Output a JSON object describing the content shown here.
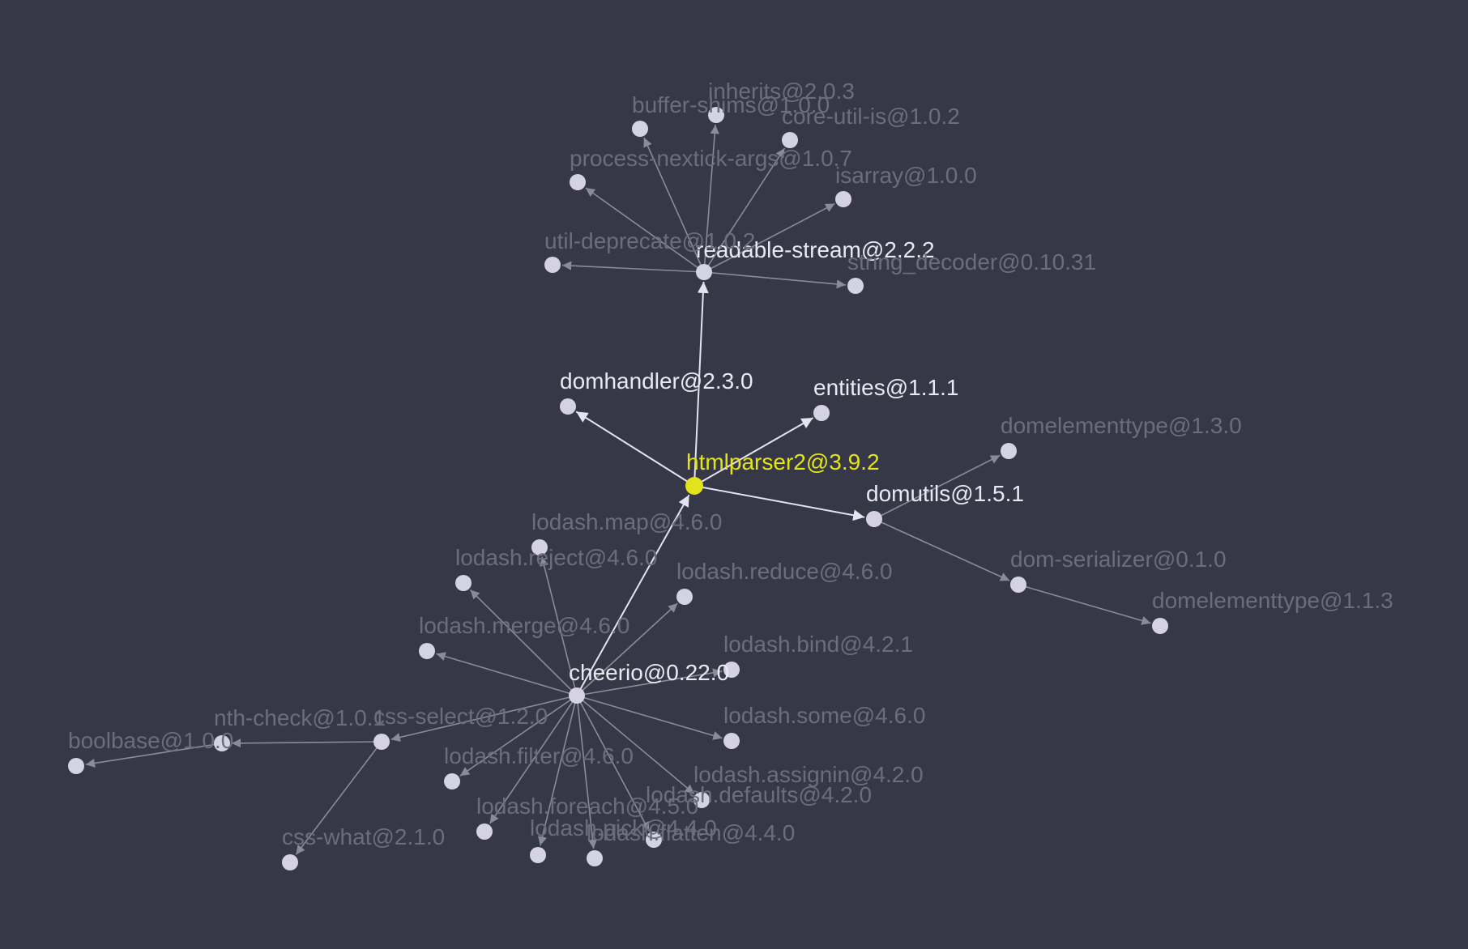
{
  "graph": {
    "colors": {
      "background": "#363848",
      "node": "#d5d3e3",
      "root": "#e3e31b",
      "edge_primary": "#e4e4ee",
      "edge_secondary": "#8a8b98",
      "label_primary": "#e9e9f1",
      "label_dim": "#6c6d7c",
      "label_root": "#e4e41a"
    },
    "nodes": [
      {
        "id": "n-htmlparser2",
        "label": "htmlparser2@3.9.2",
        "role": "root"
      },
      {
        "id": "n-readable-stream",
        "label": "readable-stream@2.2.2",
        "role": "primary"
      },
      {
        "id": "n-domhandler",
        "label": "domhandler@2.3.0",
        "role": "primary"
      },
      {
        "id": "n-entities",
        "label": "entities@1.1.1",
        "role": "primary"
      },
      {
        "id": "n-domutils",
        "label": "domutils@1.5.1",
        "role": "primary"
      },
      {
        "id": "n-cheerio",
        "label": "cheerio@0.22.0",
        "role": "primary"
      },
      {
        "id": "n-inherits",
        "label": "inherits@2.0.3",
        "role": "dim"
      },
      {
        "id": "n-buffer-shims",
        "label": "buffer-shims@1.0.0",
        "role": "dim"
      },
      {
        "id": "n-core-util-is",
        "label": "core-util-is@1.0.2",
        "role": "dim"
      },
      {
        "id": "n-process-nextick-args",
        "label": "process-nextick-args@1.0.7",
        "role": "dim"
      },
      {
        "id": "n-isarray",
        "label": "isarray@1.0.0",
        "role": "dim"
      },
      {
        "id": "n-util-deprecate",
        "label": "util-deprecate@1.0.2",
        "role": "dim"
      },
      {
        "id": "n-string-decoder",
        "label": "string_decoder@0.10.31",
        "role": "dim"
      },
      {
        "id": "n-domelementtype-130",
        "label": "domelementtype@1.3.0",
        "role": "dim"
      },
      {
        "id": "n-dom-serializer",
        "label": "dom-serializer@0.1.0",
        "role": "dim"
      },
      {
        "id": "n-domelementtype-113",
        "label": "domelementtype@1.1.3",
        "role": "dim"
      },
      {
        "id": "n-lodash-map",
        "label": "lodash.map@4.6.0",
        "role": "dim"
      },
      {
        "id": "n-lodash-reject",
        "label": "lodash.reject@4.6.0",
        "role": "dim"
      },
      {
        "id": "n-lodash-reduce",
        "label": "lodash.reduce@4.6.0",
        "role": "dim"
      },
      {
        "id": "n-lodash-merge",
        "label": "lodash.merge@4.6.0",
        "role": "dim"
      },
      {
        "id": "n-lodash-bind",
        "label": "lodash.bind@4.2.1",
        "role": "dim"
      },
      {
        "id": "n-lodash-some",
        "label": "lodash.some@4.6.0",
        "role": "dim"
      },
      {
        "id": "n-nth-check",
        "label": "nth-check@1.0.1",
        "role": "dim"
      },
      {
        "id": "n-css-select",
        "label": "css-select@1.2.0",
        "role": "dim"
      },
      {
        "id": "n-boolbase",
        "label": "boolbase@1.0.0",
        "role": "dim"
      },
      {
        "id": "n-lodash-filter",
        "label": "lodash.filter@4.6.0",
        "role": "dim"
      },
      {
        "id": "n-lodash-assignin",
        "label": "lodash.assignin@4.2.0",
        "role": "dim"
      },
      {
        "id": "n-lodash-foreach",
        "label": "lodash.foreach@4.5.0",
        "role": "dim"
      },
      {
        "id": "n-lodash-defaults",
        "label": "lodash.defaults@4.2.0",
        "role": "dim"
      },
      {
        "id": "n-lodash-pick",
        "label": "lodash.pick@4.4.0",
        "role": "dim"
      },
      {
        "id": "n-lodash-flatten",
        "label": "lodash.flatten@4.4.0",
        "role": "dim"
      },
      {
        "id": "n-css-what",
        "label": "css-what@2.1.0",
        "role": "dim"
      }
    ],
    "edges": [
      {
        "from": "n-htmlparser2",
        "to": "n-readable-stream",
        "style": "primary"
      },
      {
        "from": "n-htmlparser2",
        "to": "n-domhandler",
        "style": "primary"
      },
      {
        "from": "n-htmlparser2",
        "to": "n-entities",
        "style": "primary"
      },
      {
        "from": "n-htmlparser2",
        "to": "n-domutils",
        "style": "primary"
      },
      {
        "from": "n-cheerio",
        "to": "n-htmlparser2",
        "style": "primary"
      },
      {
        "from": "n-readable-stream",
        "to": "n-inherits",
        "style": "secondary"
      },
      {
        "from": "n-readable-stream",
        "to": "n-buffer-shims",
        "style": "secondary"
      },
      {
        "from": "n-readable-stream",
        "to": "n-core-util-is",
        "style": "secondary"
      },
      {
        "from": "n-readable-stream",
        "to": "n-process-nextick-args",
        "style": "secondary"
      },
      {
        "from": "n-readable-stream",
        "to": "n-isarray",
        "style": "secondary"
      },
      {
        "from": "n-readable-stream",
        "to": "n-util-deprecate",
        "style": "secondary"
      },
      {
        "from": "n-readable-stream",
        "to": "n-string-decoder",
        "style": "secondary"
      },
      {
        "from": "n-domutils",
        "to": "n-domelementtype-130",
        "style": "secondary"
      },
      {
        "from": "n-domutils",
        "to": "n-dom-serializer",
        "style": "secondary"
      },
      {
        "from": "n-dom-serializer",
        "to": "n-domelementtype-113",
        "style": "secondary"
      },
      {
        "from": "n-cheerio",
        "to": "n-lodash-map",
        "style": "secondary"
      },
      {
        "from": "n-cheerio",
        "to": "n-lodash-reject",
        "style": "secondary"
      },
      {
        "from": "n-cheerio",
        "to": "n-lodash-reduce",
        "style": "secondary"
      },
      {
        "from": "n-cheerio",
        "to": "n-lodash-merge",
        "style": "secondary"
      },
      {
        "from": "n-cheerio",
        "to": "n-lodash-bind",
        "style": "secondary"
      },
      {
        "from": "n-cheerio",
        "to": "n-lodash-some",
        "style": "secondary"
      },
      {
        "from": "n-cheerio",
        "to": "n-css-select",
        "style": "secondary"
      },
      {
        "from": "n-cheerio",
        "to": "n-lodash-filter",
        "style": "secondary"
      },
      {
        "from": "n-cheerio",
        "to": "n-lodash-assignin",
        "style": "secondary"
      },
      {
        "from": "n-cheerio",
        "to": "n-lodash-foreach",
        "style": "secondary"
      },
      {
        "from": "n-cheerio",
        "to": "n-lodash-defaults",
        "style": "secondary"
      },
      {
        "from": "n-cheerio",
        "to": "n-lodash-pick",
        "style": "secondary"
      },
      {
        "from": "n-cheerio",
        "to": "n-lodash-flatten",
        "style": "secondary"
      },
      {
        "from": "n-css-select",
        "to": "n-nth-check",
        "style": "secondary"
      },
      {
        "from": "n-css-select",
        "to": "n-css-what",
        "style": "secondary"
      },
      {
        "from": "n-nth-check",
        "to": "n-boolbase",
        "style": "secondary"
      }
    ]
  }
}
